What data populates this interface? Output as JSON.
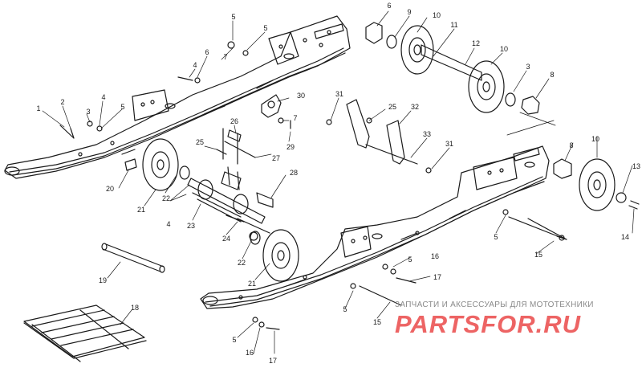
{
  "callouts": {
    "c1": "1",
    "c2": "2",
    "c3": "3",
    "c4a": "4",
    "c5a": "5",
    "c4b": "4",
    "c5b": "5",
    "c6a": "6",
    "c7a": "7",
    "c6b": "6",
    "c9a": "9",
    "c10a": "10",
    "c11": "11",
    "c12": "12",
    "c10b": "10",
    "c3b": "3",
    "c8a": "8",
    "c31a": "31",
    "c30": "30",
    "c7b": "7",
    "c29": "29",
    "c25a": "25",
    "c32": "32",
    "c33": "33",
    "c31b": "31",
    "c26": "26",
    "c25b": "25",
    "c27": "27",
    "c28": "28",
    "c20": "20",
    "c21a": "21",
    "c22a": "22",
    "c4c": "4",
    "c23": "23",
    "c24": "24",
    "c22b": "22",
    "c21b": "21",
    "c8b": "8",
    "c10c": "10",
    "c13": "13",
    "c14": "14",
    "c5c": "5",
    "c15a": "15",
    "c5d": "5",
    "c16a": "16",
    "c17a": "17",
    "c19": "19",
    "c5e": "5",
    "c15b": "15",
    "c18": "18",
    "c5f": "5",
    "c16b": "16",
    "c17b": "17"
  },
  "watermark": {
    "tagline": "ЗАПЧАСТИ И АКСЕССУАРЫ ДЛЯ МОТОТЕХНИКИ",
    "brand": "PARTSFOR.RU"
  },
  "colors": {
    "ink": "#1a1a1a",
    "watermark_red": "#ea4a4a",
    "watermark_gray": "#8a8a8a"
  }
}
